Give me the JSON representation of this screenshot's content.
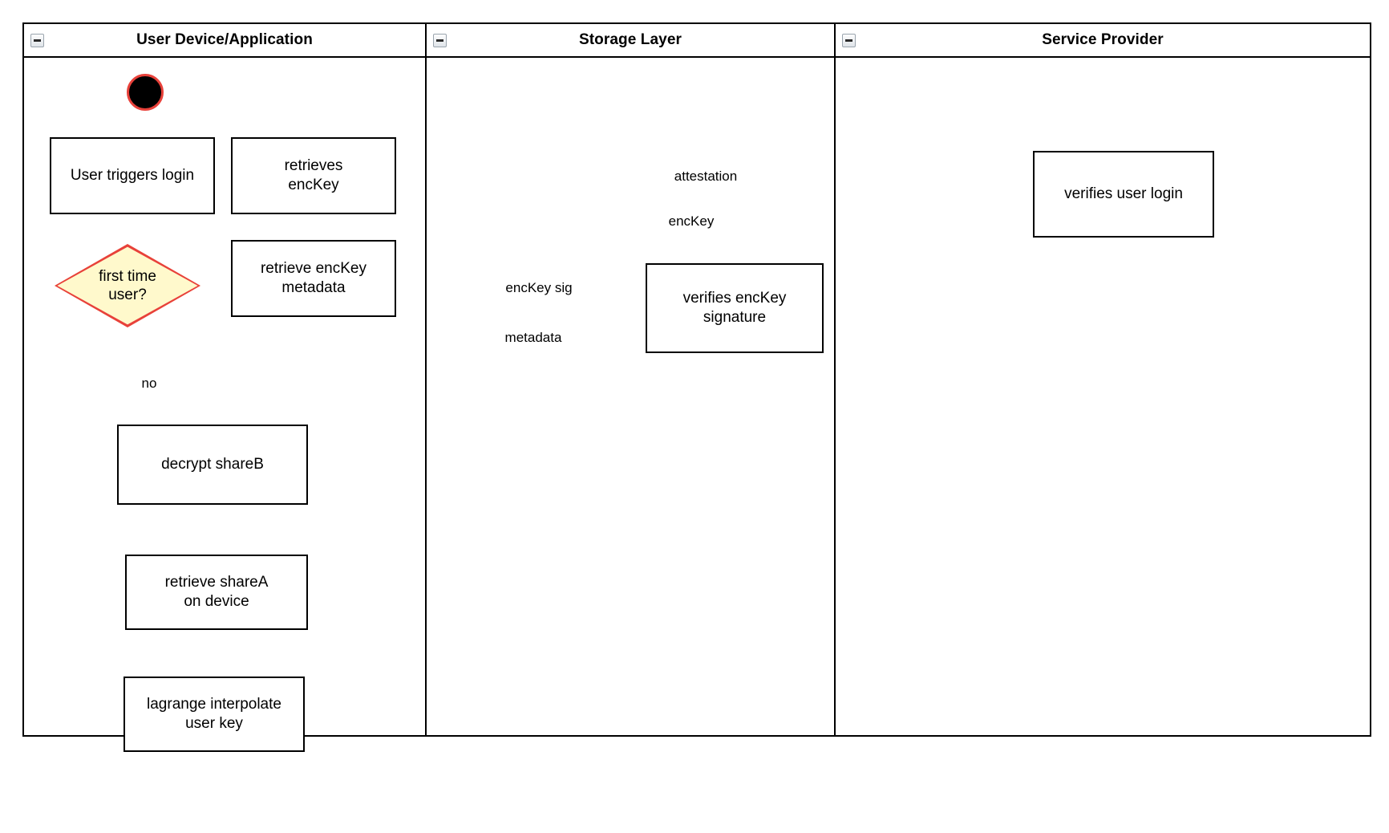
{
  "diagram": {
    "type": "swimlane-activity-diagram",
    "background": "#ffffff",
    "colors": {
      "edge": "#a9524a",
      "node_border": "#000000",
      "node_fill": "#ffffff",
      "decision_fill": "#fff9cc",
      "decision_border": "#e8413a",
      "start_fill": "#000000",
      "start_border": "#e8413a",
      "lane_border": "#000000",
      "text": "#000000"
    }
  },
  "lanes": [
    {
      "id": "user-device",
      "title": "User Device/Application",
      "collapse_icon": "minus-square-icon"
    },
    {
      "id": "storage-layer",
      "title": "Storage Layer",
      "collapse_icon": "minus-square-icon"
    },
    {
      "id": "service-provider",
      "title": "Service Provider",
      "collapse_icon": "minus-square-icon"
    }
  ],
  "nodes": [
    {
      "id": "start",
      "lane": "user-device",
      "shape": "initial-node",
      "label": ""
    },
    {
      "id": "user-triggers-login",
      "lane": "user-device",
      "shape": "activity",
      "label": "User triggers login"
    },
    {
      "id": "retrieves-enckey",
      "lane": "user-device",
      "shape": "activity",
      "label": "retrieves\nencKey",
      "line1": "retrieves",
      "line2": "encKey"
    },
    {
      "id": "retrieve-enckey-metadata",
      "lane": "user-device",
      "shape": "activity",
      "label": "retrieve encKey\nmetadata",
      "line1": "retrieve encKey",
      "line2": "metadata"
    },
    {
      "id": "first-time-user",
      "lane": "user-device",
      "shape": "decision",
      "label": "first time\nuser?",
      "line1": "first time",
      "line2": "user?"
    },
    {
      "id": "decrypt-shareb",
      "lane": "user-device",
      "shape": "activity",
      "label": "decrypt shareB"
    },
    {
      "id": "retrieve-sharea-on-device",
      "lane": "user-device",
      "shape": "activity",
      "label": "retrieve shareA\non device",
      "line1": "retrieve shareA",
      "line2": "on device"
    },
    {
      "id": "lagrange-interpolate-user-key",
      "lane": "user-device",
      "shape": "activity",
      "label": "lagrange interpolate\nuser key",
      "line1": "lagrange interpolate",
      "line2": "user key"
    },
    {
      "id": "verifies-enckey-signature",
      "lane": "storage-layer",
      "shape": "activity",
      "label": "verifies encKey\nsignature",
      "line1": "verifies encKey",
      "line2": "signature"
    },
    {
      "id": "verifies-user-login",
      "lane": "service-provider",
      "shape": "activity",
      "label": "verifies user login"
    }
  ],
  "edges": [
    {
      "id": "start-to-login",
      "from": "start",
      "to": "user-triggers-login",
      "label": ""
    },
    {
      "id": "login-to-retrieves",
      "from": "user-triggers-login",
      "to": "retrieves-enckey",
      "label": ""
    },
    {
      "id": "retrieves-to-verifies-login",
      "from": "retrieves-enckey",
      "to": "verifies-user-login",
      "label": "attestation"
    },
    {
      "id": "verifies-login-to-retrieves",
      "from": "verifies-user-login",
      "to": "retrieves-enckey",
      "label": "encKey"
    },
    {
      "id": "retrieves-to-metadata",
      "from": "retrieves-enckey",
      "to": "retrieve-enckey-metadata",
      "label": ""
    },
    {
      "id": "metadata-to-verifies-sig",
      "from": "retrieve-enckey-metadata",
      "to": "verifies-enckey-signature",
      "label": "encKey sig"
    },
    {
      "id": "verifies-sig-to-metadata",
      "from": "verifies-enckey-signature",
      "to": "retrieve-enckey-metadata",
      "label": "metadata"
    },
    {
      "id": "metadata-to-decision",
      "from": "retrieve-enckey-metadata",
      "to": "first-time-user",
      "label": ""
    },
    {
      "id": "decision-to-decrypt",
      "from": "first-time-user",
      "to": "decrypt-shareb",
      "label": "no"
    },
    {
      "id": "decrypt-to-retrieve-sharea",
      "from": "decrypt-shareb",
      "to": "retrieve-sharea-on-device",
      "label": ""
    },
    {
      "id": "retrieve-sharea-to-lagrange",
      "from": "retrieve-sharea-on-device",
      "to": "lagrange-interpolate-user-key",
      "label": ""
    }
  ],
  "edge_labels": {
    "attestation": "attestation",
    "enckey": "encKey",
    "enckey_sig": "encKey sig",
    "metadata": "metadata",
    "no": "no"
  }
}
